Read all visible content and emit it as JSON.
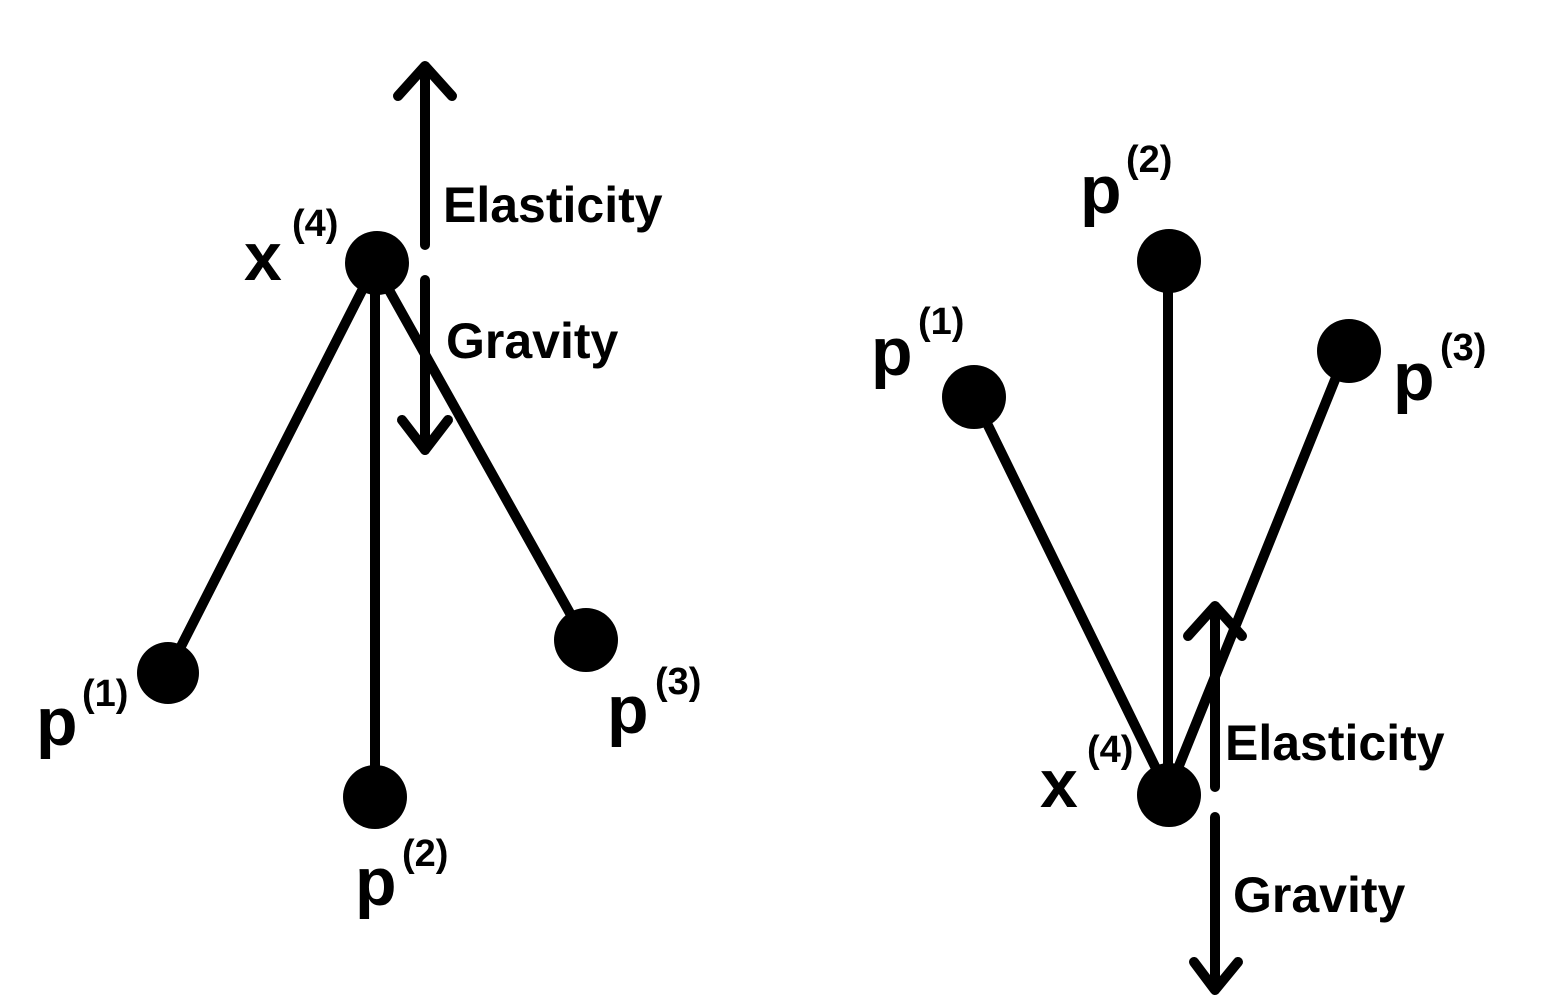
{
  "colors": {
    "ink": "#000000",
    "background": "#ffffff"
  },
  "left_panel": {
    "center_label": {
      "base": "x",
      "sup": "(4)"
    },
    "anchors": [
      {
        "base": "p",
        "sup": "(1)"
      },
      {
        "base": "p",
        "sup": "(2)"
      },
      {
        "base": "p",
        "sup": "(3)"
      }
    ],
    "forces": {
      "up": "Elasticity",
      "down": "Gravity"
    }
  },
  "right_panel": {
    "center_label": {
      "base": "x",
      "sup": "(4)"
    },
    "anchors": [
      {
        "base": "p",
        "sup": "(1)"
      },
      {
        "base": "p",
        "sup": "(2)"
      },
      {
        "base": "p",
        "sup": "(3)"
      }
    ],
    "forces": {
      "up": "Elasticity",
      "down": "Gravity"
    }
  }
}
